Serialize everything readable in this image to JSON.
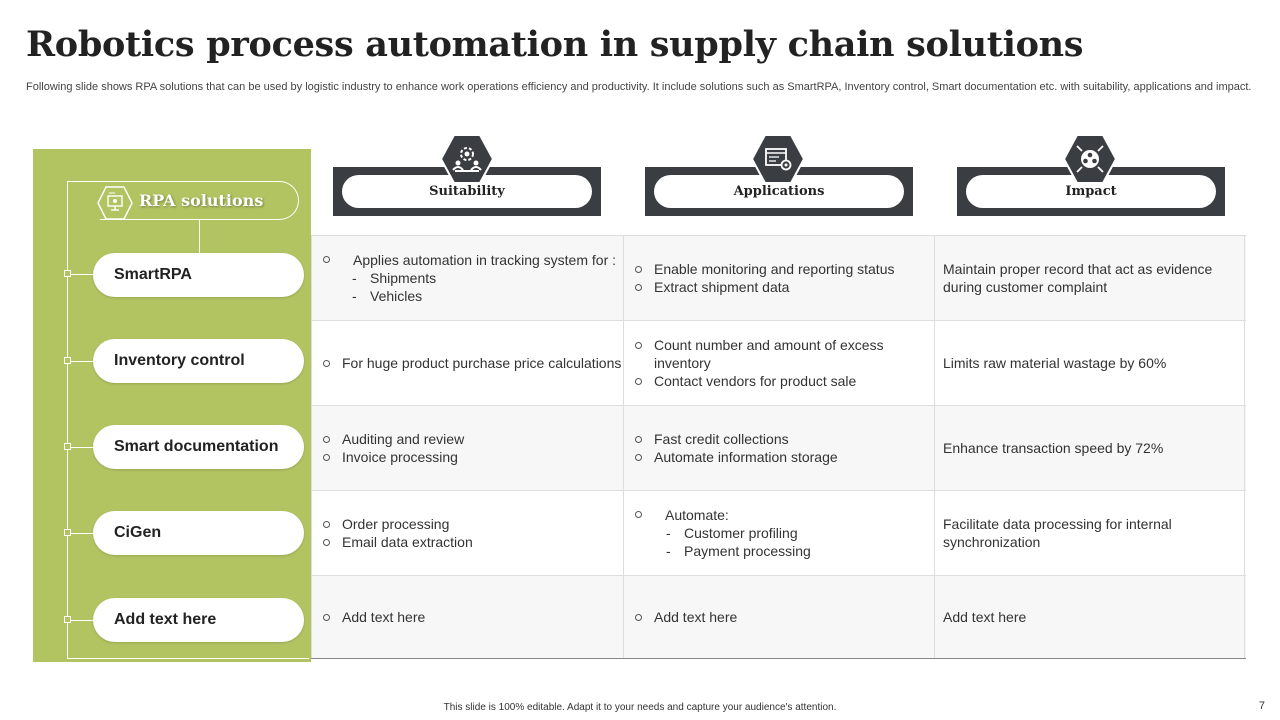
{
  "title": "Robotics process automation in supply chain solutions",
  "subtitle": "Following slide shows RPA solutions that can be used by logistic industry to enhance work operations efficiency and productivity. It include solutions such as SmartRPA, Inventory control, Smart documentation etc. with suitability, applications and impact.",
  "sidebar": {
    "title": "RPA solutions",
    "icon": "rpa-monitor-icon",
    "accent_color": "#b2c362",
    "items": [
      {
        "label": "SmartRPA"
      },
      {
        "label": "Inventory control"
      },
      {
        "label": "Smart documentation"
      },
      {
        "label": "CiGen"
      },
      {
        "label": "Add text here"
      }
    ]
  },
  "columns": [
    {
      "label": "Suitability",
      "icon": "gear-people-icon"
    },
    {
      "label": "Applications",
      "icon": "browser-settings-icon"
    },
    {
      "label": "Impact",
      "icon": "team-focus-icon"
    }
  ],
  "header_color": "#3a3d42",
  "rows": [
    {
      "suitability": {
        "intro": "Applies automation in tracking system for :",
        "sub": [
          "Shipments",
          "Vehicles"
        ]
      },
      "applications": {
        "bullets": [
          "Enable monitoring and reporting status",
          "Extract shipment data"
        ]
      },
      "impact": "Maintain proper record that act as evidence during customer complaint"
    },
    {
      "suitability": {
        "bullets": [
          "For huge product purchase price calculations"
        ]
      },
      "applications": {
        "bullets": [
          "Count number and amount of excess inventory",
          "Contact vendors for product sale"
        ]
      },
      "impact": "Limits raw material wastage by 60%"
    },
    {
      "suitability": {
        "bullets": [
          "Auditing and review",
          "Invoice processing"
        ]
      },
      "applications": {
        "bullets": [
          "Fast credit collections",
          "Automate information storage"
        ]
      },
      "impact": "Enhance transaction speed by 72%"
    },
    {
      "suitability": {
        "bullets": [
          "Order processing",
          "Email data extraction"
        ]
      },
      "applications": {
        "intro": "Automate:",
        "sub": [
          "Customer profiling",
          "Payment processing"
        ]
      },
      "impact": "Facilitate data processing for internal synchronization"
    },
    {
      "suitability": {
        "bullets": [
          "Add text here"
        ]
      },
      "applications": {
        "bullets": [
          "Add text here"
        ]
      },
      "impact": "Add text here"
    }
  ],
  "footer": "This slide is 100% editable. Adapt it to your needs and capture your audience's attention.",
  "page_number": "7"
}
